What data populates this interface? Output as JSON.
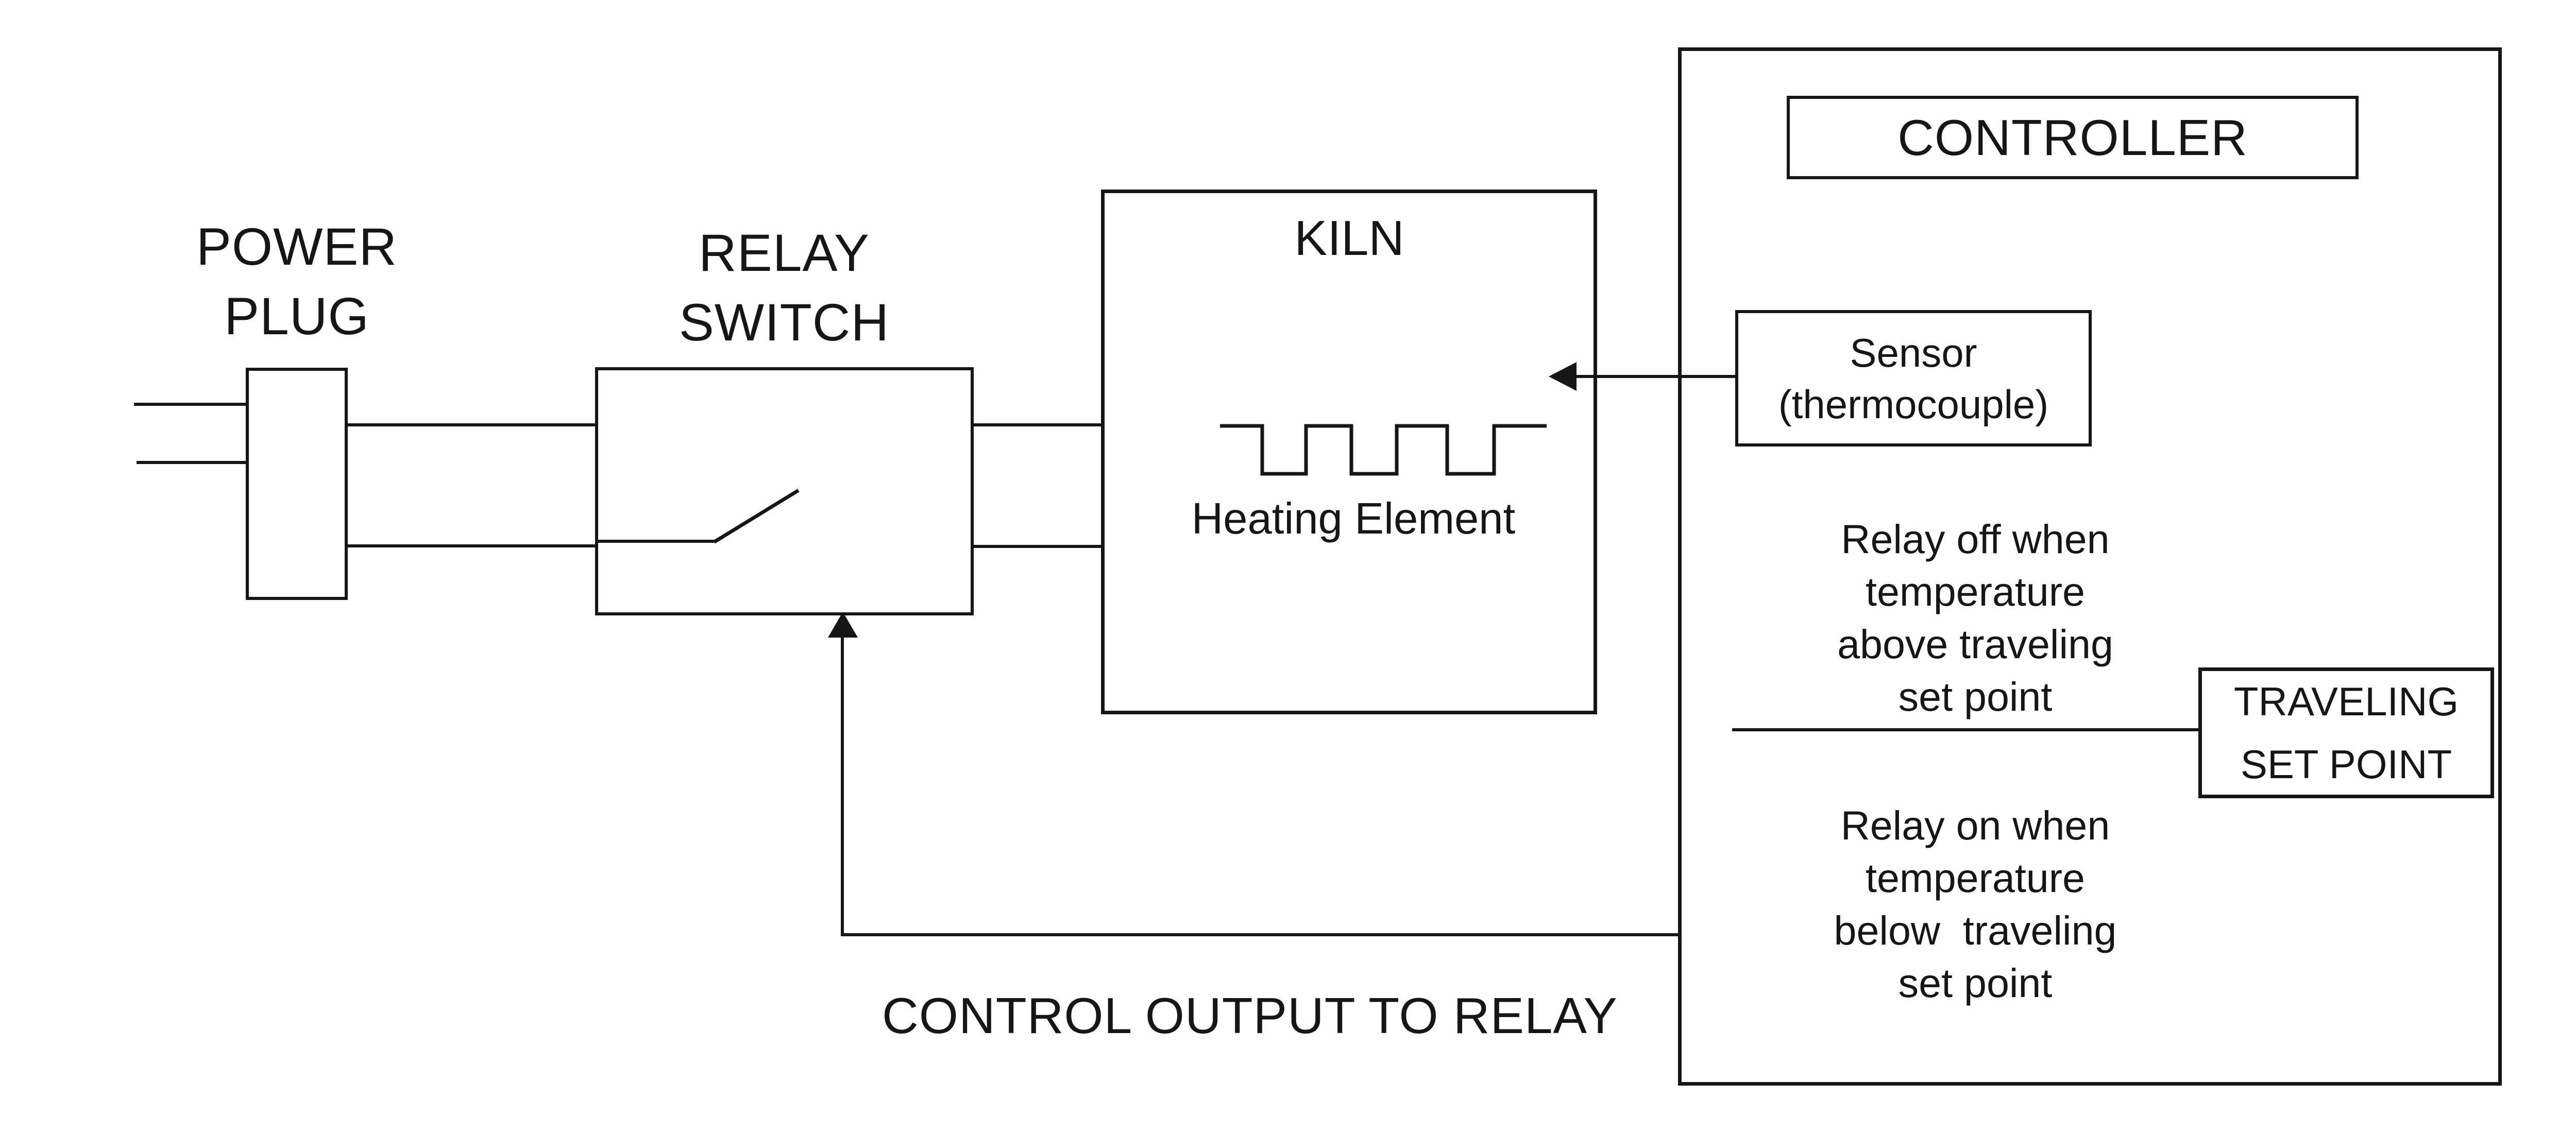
{
  "colors": {
    "background": "#ffffff",
    "line": "#161616",
    "text": "#161616"
  },
  "diagram": {
    "power_plug": {
      "label_lines": [
        "POWER",
        "PLUG"
      ]
    },
    "relay_switch": {
      "label_lines": [
        "RELAY",
        "SWITCH"
      ]
    },
    "kiln": {
      "label": "KILN",
      "heating_element_label": "Heating Element"
    },
    "controller": {
      "title": "CONTROLLER",
      "sensor": {
        "line1": "Sensor",
        "line2": "(thermocouple)"
      },
      "relay_off_note": [
        "Relay off when",
        "temperature",
        "above traveling",
        "set point"
      ],
      "traveling_set_point": {
        "label_lines": [
          "TRAVELING",
          "SET POINT"
        ]
      },
      "relay_on_note": [
        "Relay on when",
        "temperature",
        "below  traveling",
        "set point"
      ]
    },
    "control_output_label": "CONTROL OUTPUT TO RELAY"
  },
  "icons": {
    "sensor_arrowhead": "left-arrowhead",
    "control_arrowhead": "up-arrowhead",
    "heating_element": "square-wave"
  }
}
